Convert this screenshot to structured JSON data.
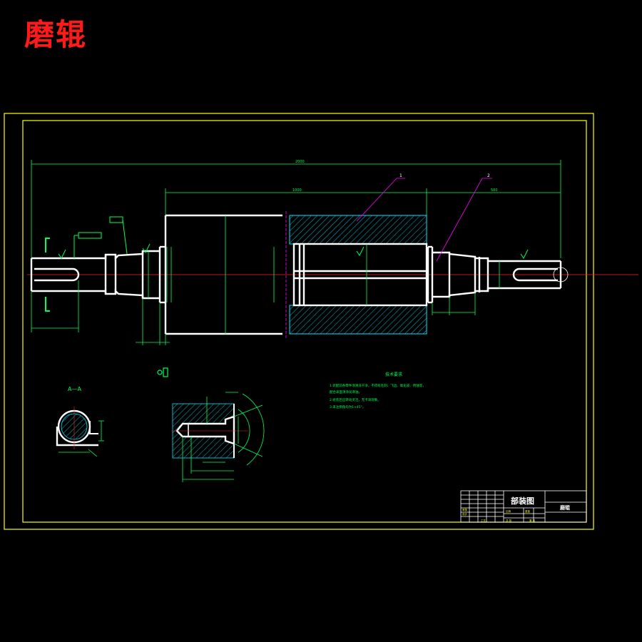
{
  "title": "磨辊",
  "colors": {
    "background": "#000000",
    "frame": "#ffff00",
    "outline": "#ffffff",
    "dimension": "#00ff55",
    "centerline": "#ff2020",
    "leader": "#ff00ff",
    "hatch": "#00e5ff",
    "title_text": "#ff1a1a"
  },
  "section_label": "A—A",
  "tech_requirements": {
    "heading": "技术要求",
    "items": [
      "1.装配前各零件须清洗干净，不得有毛刺、飞边、氧化皮、锈蚀等，",
      "   配合表面须涂润滑油。",
      "2.组装后应转动灵活，无卡滞现象。",
      "3.未注倒角均为1×45°。"
    ]
  },
  "title_block": {
    "drawing_type": "部装图",
    "part_name": "磨辊",
    "small_labels": [
      "比例",
      "重量",
      "共 张",
      "第 张",
      "审核",
      "设计",
      "工艺"
    ]
  },
  "balloons": {
    "part1": "1",
    "part2": "2"
  },
  "dims": {
    "overall": "2000",
    "body": "1000",
    "right_shaft": "500"
  }
}
